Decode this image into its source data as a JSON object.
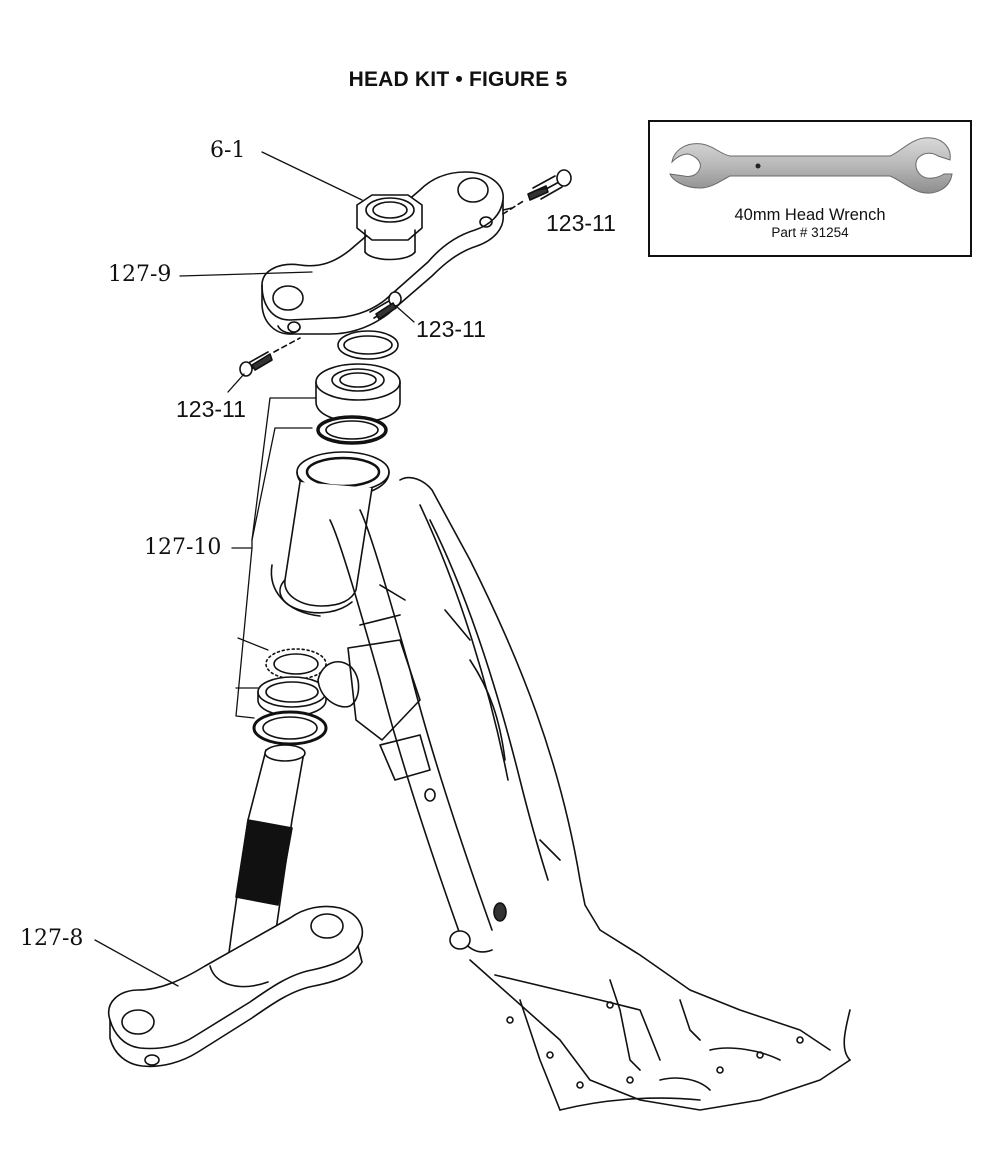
{
  "title": "HEAD KIT  •  FIGURE 5",
  "callouts": {
    "c6_1": "6-1",
    "c127_9": "127-9",
    "c123_11_a": "123-11",
    "c123_11_b": "123-11",
    "c123_11_c": "123-11",
    "c127_10": "127-10",
    "c127_8": "127-8"
  },
  "inset": {
    "name": "40mm Head Wrench",
    "part": "Part # 31254"
  }
}
